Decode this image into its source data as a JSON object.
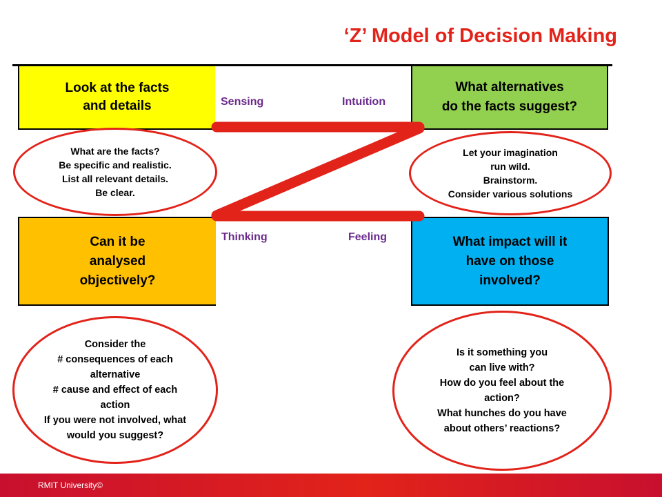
{
  "title": "‘Z’ Model of Decision Making",
  "boxes": {
    "facts": [
      "Look at the facts",
      "and details"
    ],
    "alternatives": [
      "What alternatives",
      "do the facts suggest?"
    ],
    "analysed": [
      "Can it be",
      "analysed",
      "objectively?"
    ],
    "impact": [
      "What impact will it",
      "have on those",
      "involved?"
    ]
  },
  "preferences": {
    "sensing": "Sensing",
    "intuition": "Intuition",
    "thinking": "Thinking",
    "feeling": "Feeling"
  },
  "ellipses": {
    "facts": [
      "What are the facts?",
      "Be specific and realistic.",
      "List all relevant details.",
      "Be clear."
    ],
    "imagine": [
      "Let your imagination",
      "run wild.",
      "Brainstorm.",
      "Consider various solutions"
    ],
    "consider": [
      "Consider the",
      "# consequences of each",
      "alternative",
      "# cause and effect of each",
      "action",
      "If you were not involved, what",
      "would you suggest?"
    ],
    "live": [
      "Is it something you",
      "can live with?",
      "How do you feel about the",
      "action?",
      "What hunches do you have",
      "about others’ reactions?"
    ]
  },
  "footer": "RMIT University©",
  "colors": {
    "accent_red": "#e2231a",
    "facts_box": "#ffff00",
    "alternatives_box": "#92d050",
    "analysed_box": "#ffc000",
    "impact_box": "#00b0f0",
    "preference_text": "#6b2a8c"
  }
}
